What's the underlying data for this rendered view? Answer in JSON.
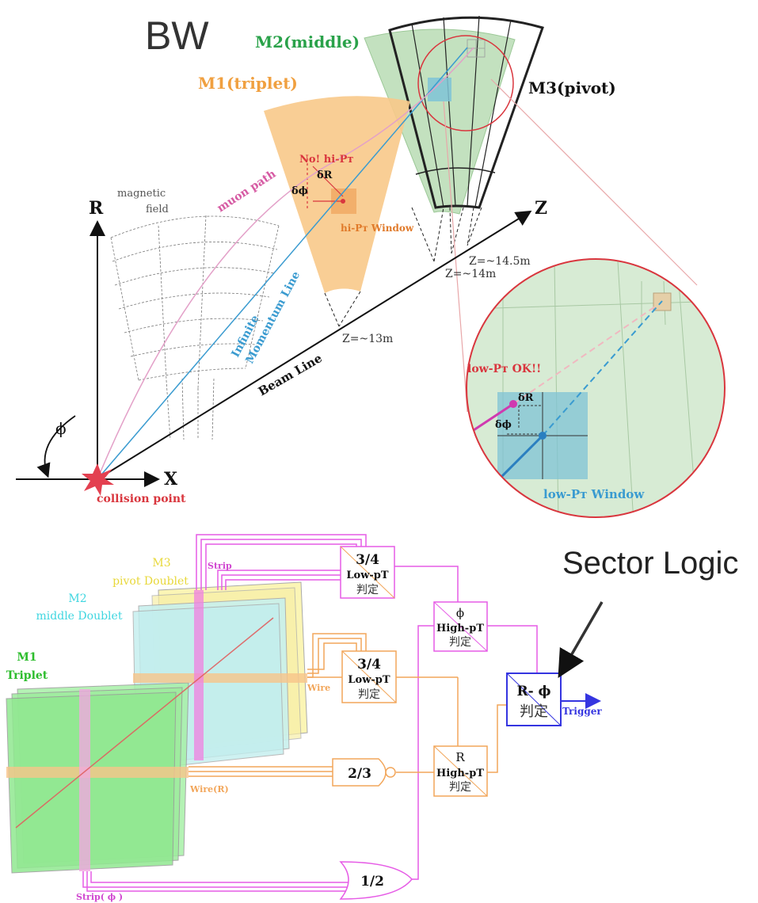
{
  "header": {
    "title": "BW"
  },
  "top": {
    "labels": {
      "m2": "M2(middle)",
      "m1": "M1(triplet)",
      "m3": "M3(pivot)",
      "r_axis": "R",
      "z_axis": "Z",
      "x_axis": "X",
      "phi": "ϕ",
      "magnetic_1": "magnetic",
      "magnetic_2": "field",
      "muon_path": "muon path",
      "no_hipt": "No! hi-Pᴛ",
      "delta_r": "δR",
      "delta_phi": "δϕ",
      "hipt_window": "hi-Pᴛ Window",
      "infinite_1": "Infinite",
      "infinite_2": "Momentum Line",
      "beam_line": "Beam Line",
      "z13": "Z=~13m",
      "z14": "Z=~14m",
      "z145": "Z=~14.5m",
      "collision": "collision point",
      "lowpt_ok": "low-Pᴛ OK!!",
      "zoom_delta_r": "δR",
      "zoom_delta_phi": "δϕ",
      "lowpt_window": "low-Pᴛ Window"
    }
  },
  "bottom": {
    "labels": {
      "m3_a": "M3",
      "m3_b": "pivot Doublet",
      "m2_a": "M2",
      "m2_b": "middle Doublet",
      "m1_a": "M1",
      "m1_b": "Triplet",
      "strip": "Strip",
      "wire": "Wire",
      "wire_r": "Wire(R)",
      "strip_phi": "Strip( ϕ )",
      "sector_logic": "Sector Logic",
      "trigger": "Trigger"
    },
    "boxes": {
      "low_strip": {
        "line1": "3/4",
        "line2": "Low-pT",
        "line3": "判定"
      },
      "low_wire": {
        "line1": "3/4",
        "line2": "Low-pT",
        "line3": "判定"
      },
      "high_phi": {
        "line1": "ϕ",
        "line2": "High-pT",
        "line3": "判定"
      },
      "high_r": {
        "line1": "R",
        "line2": "High-pT",
        "line3": "判定"
      },
      "rphi": {
        "line1": "R- ϕ",
        "line2": "判定"
      },
      "gate_23": "2/3",
      "gate_12": "1/2"
    }
  },
  "colors": {
    "m1_fill": "#f8c98a",
    "m2_fill": "#b9dcb4",
    "beam": "#111111",
    "infinite": "#3a9bd0",
    "muon": "#d65aa3",
    "red": "#d9363e",
    "strip_pink": "#e65ce6",
    "wire_orange": "#f2a65a",
    "trigger_blue": "#3535e0"
  }
}
